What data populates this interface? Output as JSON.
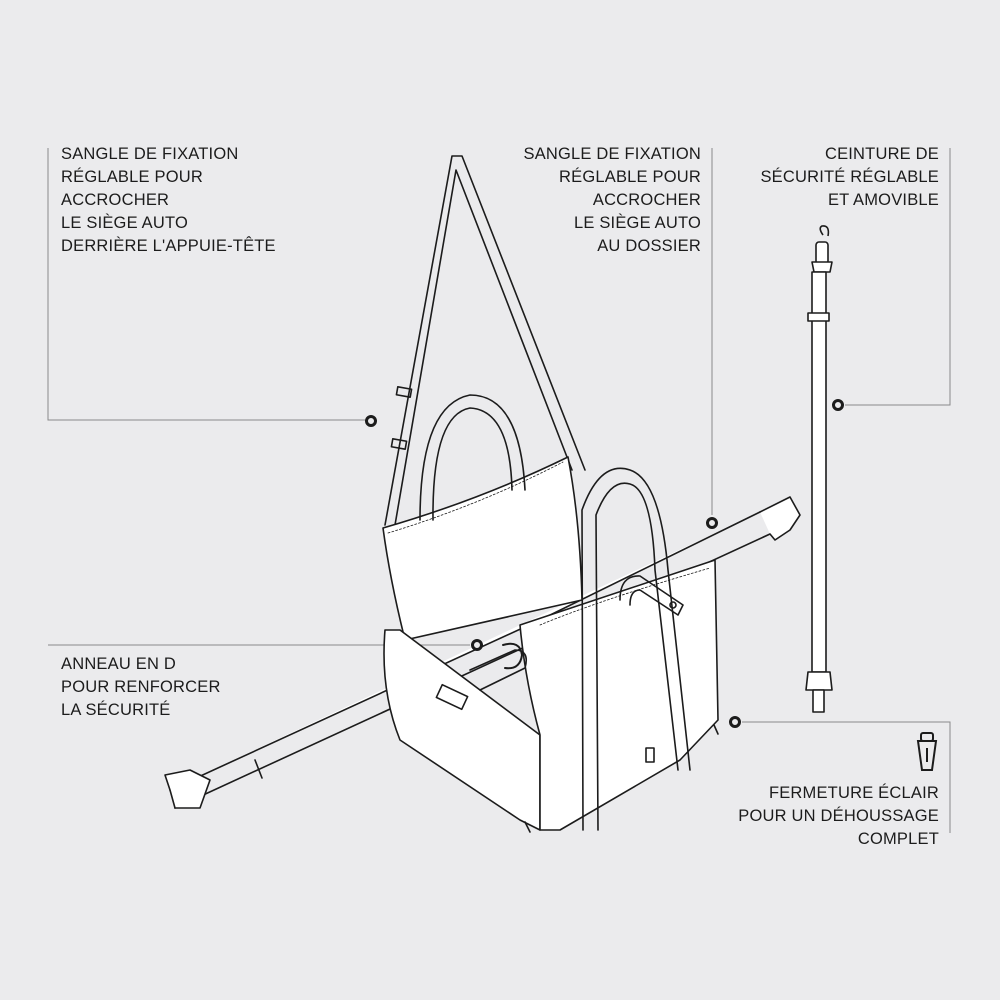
{
  "callouts": {
    "headrest_strap": [
      "SANGLE DE FIXATION",
      "RÉGLABLE POUR",
      "ACCROCHER",
      "LE SIÈGE AUTO",
      "DERRIÈRE L'APPUIE-TÊTE"
    ],
    "backrest_strap": [
      "SANGLE DE FIXATION",
      "RÉGLABLE POUR",
      "ACCROCHER",
      "LE SIÈGE AUTO",
      "AU DOSSIER"
    ],
    "safety_belt": [
      "CEINTURE DE",
      "SÉCURITÉ RÉGLABLE",
      "ET AMOVIBLE"
    ],
    "d_ring": [
      "ANNEAU EN D",
      "POUR RENFORCER",
      "LA SÉCURITÉ"
    ],
    "zipper": [
      "FERMETURE ÉCLAIR",
      "POUR UN DÉHOUSSAGE",
      "COMPLET"
    ]
  },
  "colors": {
    "background": "#ebebed",
    "line": "#1c1c1c",
    "leader": "#8a8a8a",
    "fill": "#ffffff"
  }
}
